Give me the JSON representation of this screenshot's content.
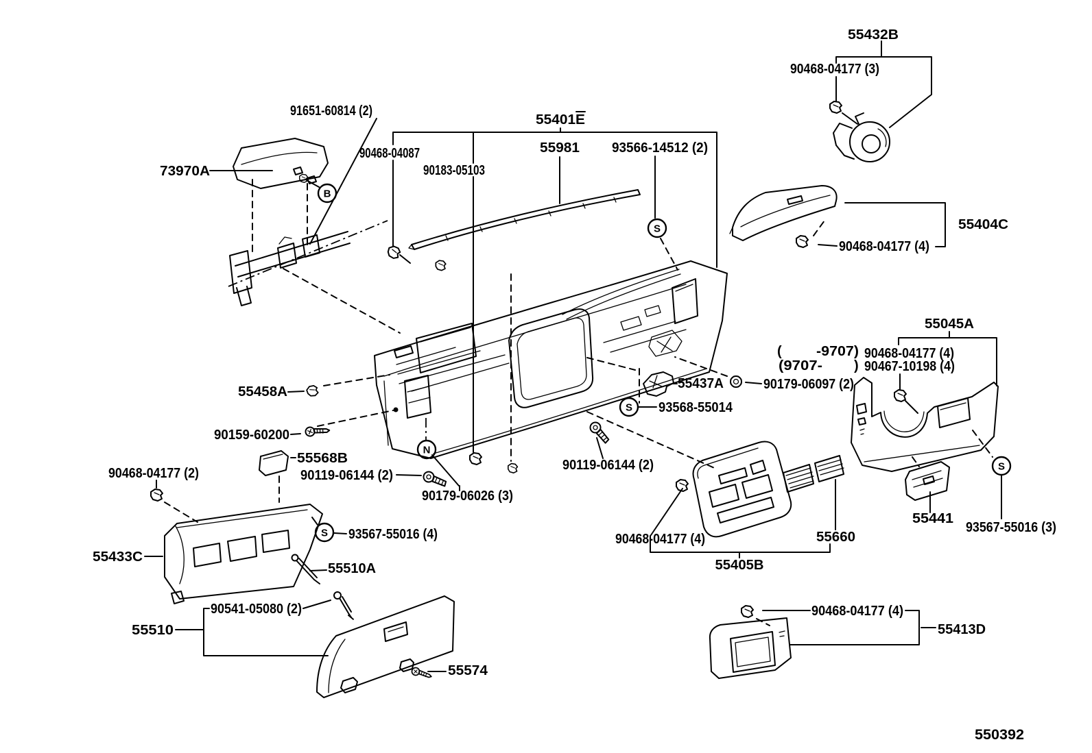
{
  "figure": {
    "number": "550392"
  },
  "colors": {
    "ink": "#000000",
    "paper": "#ffffff"
  },
  "markers": {
    "b": "B",
    "s": "S",
    "n": "N"
  },
  "callouts": {
    "p55432b": "55432B",
    "n90468_04177_q3": "90468-04177 (3)",
    "n91651_60814_q2": "91651-60814 (2)",
    "p55401e": "55401E",
    "n90468_04087": "90468-04087",
    "p55981": "55981",
    "n93566_14512_q2": "93566-14512 (2)",
    "n90183_05103": "90183-05103",
    "p73970a": "73970A",
    "p55404c": "55404C",
    "n90468_04177_q4_a": "90468-04177 (4)",
    "p55045a": "55045A",
    "range_before_open": "(",
    "range_before": "-9707)",
    "n90468_04177_q4_b": "90468-04177 (4)",
    "range_after": "(9707-",
    "range_after_close": ")",
    "n90467_10198_q4": "90467-10198 (4)",
    "n90179_06097_q2": "90179-06097 (2)",
    "p55458a": "55458A",
    "p55437a": "55437A",
    "n93568_55014": "93568-55014",
    "n90159_60200": "90159-60200",
    "p55568b": "55568B",
    "n90468_04177_q2": "90468-04177 (2)",
    "n90119_06144_q2_a": "90119-06144 (2)",
    "n90119_06144_q2_b": "90119-06144 (2)",
    "n90179_06026_q3": "90179-06026 (3)",
    "n93567_55016_q4": "93567-55016 (4)",
    "p55433c": "55433C",
    "p55510a": "55510A",
    "n90541_05080_q2": "90541-05080 (2)",
    "p55510": "55510",
    "p55574": "55574",
    "n90468_04177_q4_c": "90468-04177 (4)",
    "p55660": "55660",
    "p55405b": "55405B",
    "p55441": "55441",
    "n93567_55016_q3": "93567-55016 (3)",
    "n90468_04177_q4_d": "90468-04177 (4)",
    "p55413d": "55413D"
  }
}
